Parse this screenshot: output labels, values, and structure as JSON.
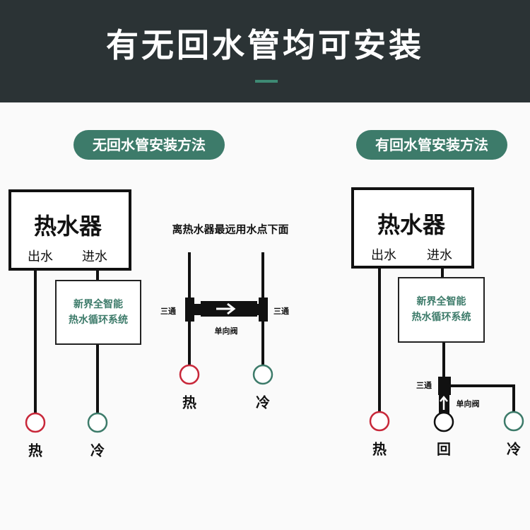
{
  "header": {
    "title": "有无回水管均可安装"
  },
  "left": {
    "pill": "无回水管安装方法",
    "heater": "热水器",
    "out": "出水",
    "in": "进水",
    "system": [
      "新界全智能",
      "热水循环系统"
    ],
    "hot": "热",
    "cold": "冷"
  },
  "middle": {
    "caption": "离热水器最远用水点下面",
    "tee": "三通",
    "valve": "单向阀",
    "hot": "热",
    "cold": "冷"
  },
  "right": {
    "pill": "有回水管安装方法",
    "heater": "热水器",
    "out": "出水",
    "in": "进水",
    "system": [
      "新界全智能",
      "热水循环系统"
    ],
    "tee": "三通",
    "valve": "单向阀",
    "hot": "热",
    "return": "回",
    "cold": "冷"
  },
  "colors": {
    "hot": "#c8283a",
    "cold": "#3d7b6a",
    "accent": "#3d7b6a",
    "header": "#2b3335"
  }
}
